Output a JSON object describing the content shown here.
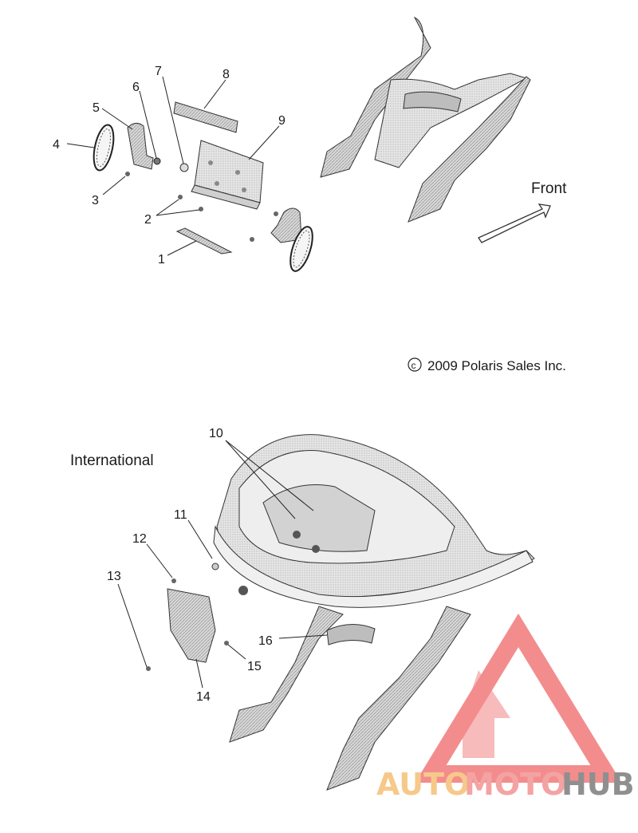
{
  "diagram": {
    "heading_front": "Front",
    "copyright": "c 2009 Polaris Sales Inc.",
    "copyright_symbol": "c",
    "copyright_text": "2009 Polaris Sales Inc.",
    "heading_international": "International",
    "callouts": [
      "1",
      "2",
      "3",
      "4",
      "5",
      "6",
      "7",
      "8",
      "9",
      "10",
      "11",
      "12",
      "13",
      "14",
      "15",
      "16"
    ]
  },
  "watermark": {
    "part1": "AUTO",
    "part2": "MOTO",
    "part3": "HUB",
    "colors": {
      "auto": "#f6c98a",
      "moto": "#f4a3a3",
      "hub": "#8f8f8f",
      "logo": "#f27a7a"
    }
  }
}
